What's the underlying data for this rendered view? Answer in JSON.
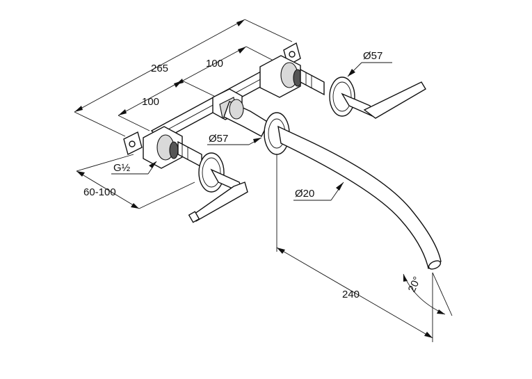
{
  "labels": {
    "dim_overall": "265",
    "dim_upper": "100",
    "dim_lower": "100",
    "dim_valve_dia": "Ø57",
    "dim_handle_dia": "Ø57",
    "dim_thread": "G½",
    "dim_depth": "60-100",
    "dim_spout_dia": "Ø20",
    "dim_spout_len": "240",
    "dim_angle": "20°"
  }
}
